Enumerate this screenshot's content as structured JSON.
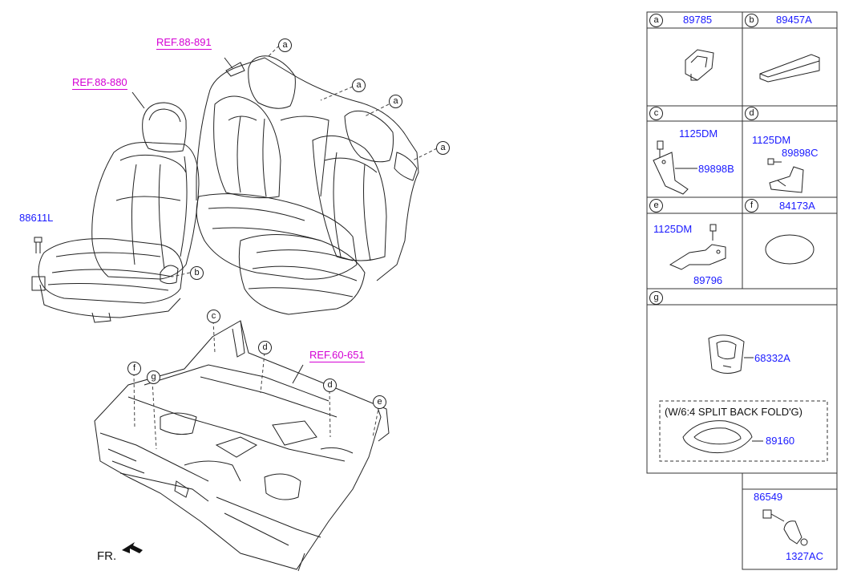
{
  "references": {
    "ref_88_891": "REF.88-891",
    "ref_88_880": "REF.88-880",
    "ref_60_651": "REF.60-651"
  },
  "main_labels": {
    "part_88611l": "88611L",
    "fr": "FR."
  },
  "callouts": {
    "a": "a",
    "b": "b",
    "c": "c",
    "d": "d",
    "e": "e",
    "f": "f",
    "g": "g"
  },
  "table": {
    "cells": [
      {
        "letter": "a",
        "part": "89785"
      },
      {
        "letter": "b",
        "part": "89457A"
      },
      {
        "letter": "c",
        "parts": [
          "1125DM",
          "89898B"
        ]
      },
      {
        "letter": "d",
        "parts": [
          "1125DM",
          "89898C"
        ]
      },
      {
        "letter": "e",
        "parts": [
          "1125DM",
          "89796"
        ]
      },
      {
        "letter": "f",
        "part": "84173A"
      },
      {
        "letter": "g",
        "part": "68332A"
      }
    ],
    "option_text": "(W/6:4 SPLIT BACK FOLD'G)",
    "option_part": "89160",
    "extra_parts": [
      "86549",
      "1327AC"
    ]
  },
  "colors": {
    "part_label": "#1a1aff",
    "reference": "#d400d4",
    "line": "#222222"
  }
}
